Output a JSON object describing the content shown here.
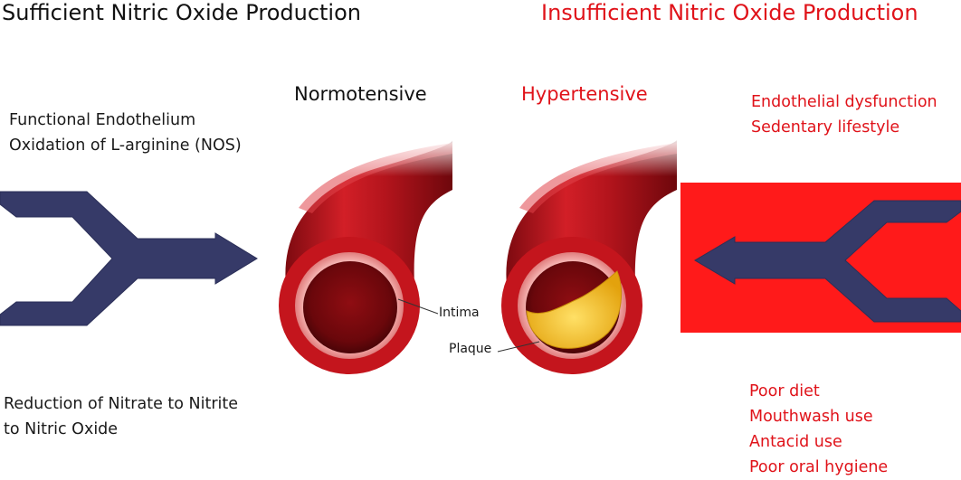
{
  "titles": {
    "sufficient": "Sufficient Nitric Oxide Production",
    "insufficient": "Insufficient Nitric Oxide Production"
  },
  "vessels": {
    "normotensive": "Normotensive",
    "hypertensive": "Hypertensive"
  },
  "left_top_lines": [
    "Functional Endothelium",
    "Oxidation of L-arginine (NOS)"
  ],
  "left_bottom_lines": [
    "Reduction of Nitrate to Nitrite",
    "to Nitric Oxide"
  ],
  "right_top_lines": [
    "Endothelial dysfunction",
    "Sedentary lifestyle"
  ],
  "right_bottom_lines": [
    "Poor diet",
    "Mouthwash use",
    "Antacid use",
    "Poor oral hygiene"
  ],
  "callouts": {
    "intima": "Intima",
    "plaque": "Plaque"
  },
  "colors": {
    "sufficient_title": "#111111",
    "insufficient_title": "#e0131a",
    "arrow": "#363a68",
    "red_panel": "#ff1a1a",
    "vessel": "#b5121b",
    "vessel_ring": "#f2a3a3",
    "plaque": "#f2c21a"
  }
}
